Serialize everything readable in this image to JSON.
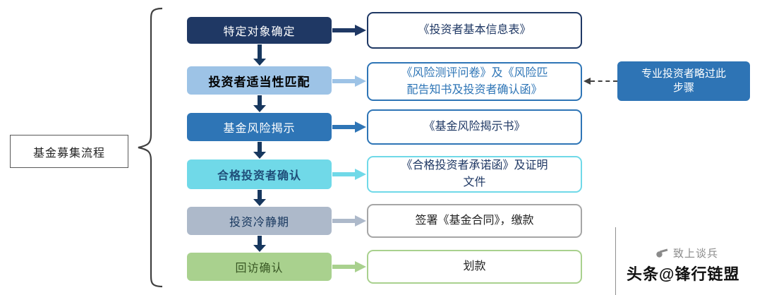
{
  "diagram": {
    "title": "基金募集流程",
    "arrow_color": "#17375E",
    "brace_color": "#404040",
    "steps": [
      {
        "label": "特定对象确定",
        "doc": "《投资者基本信息表》",
        "colors": {
          "box_bg": "#1F3864",
          "box_text": "#FFFFFF",
          "doc_border": "#1F3864",
          "doc_text": "#1F3864",
          "arrow": "#1F3864"
        }
      },
      {
        "label": "投资者适当性匹配",
        "doc": "《风险测评问卷》及《风险匹配告知书及投资者确认函》",
        "colors": {
          "box_bg": "#9DC3E6",
          "box_text": "#000000",
          "doc_border": "#2E75B6",
          "doc_text": "#2E75B6",
          "arrow": "#9DC3E6"
        }
      },
      {
        "label": "基金风险揭示",
        "doc": "《基金风险揭示书》",
        "colors": {
          "box_bg": "#2E75B6",
          "box_text": "#FFFFFF",
          "doc_border": "#2E75B6",
          "doc_text": "#1F3864",
          "arrow": "#2E75B6"
        }
      },
      {
        "label": "合格投资者确认",
        "doc": "《合格投资者承诺函》及证明文件",
        "colors": {
          "box_bg": "#70D9E8",
          "box_text": "#1F4E79",
          "doc_border": "#70D9E8",
          "doc_text": "#1F3864",
          "arrow": "#70D9E8"
        }
      },
      {
        "label": "投资冷静期",
        "doc": "签署《基金合同》，缴款",
        "colors": {
          "box_bg": "#ADB9CA",
          "box_text": "#17375E",
          "doc_border": "#A6A6A6",
          "doc_text": "#222222",
          "arrow": "#ADB9CA"
        }
      },
      {
        "label": "回访确认",
        "doc": "划款",
        "colors": {
          "box_bg": "#A9D18E",
          "box_text": "#375623",
          "doc_border": "#A9D18E",
          "doc_text": "#222222",
          "arrow": "#A9D18E"
        }
      }
    ],
    "note": "专业投资者略过此步骤",
    "note_bg": "#2E74B5"
  },
  "watermark": {
    "logo": "致上谈兵",
    "handle": "头条@锋行链盟"
  }
}
